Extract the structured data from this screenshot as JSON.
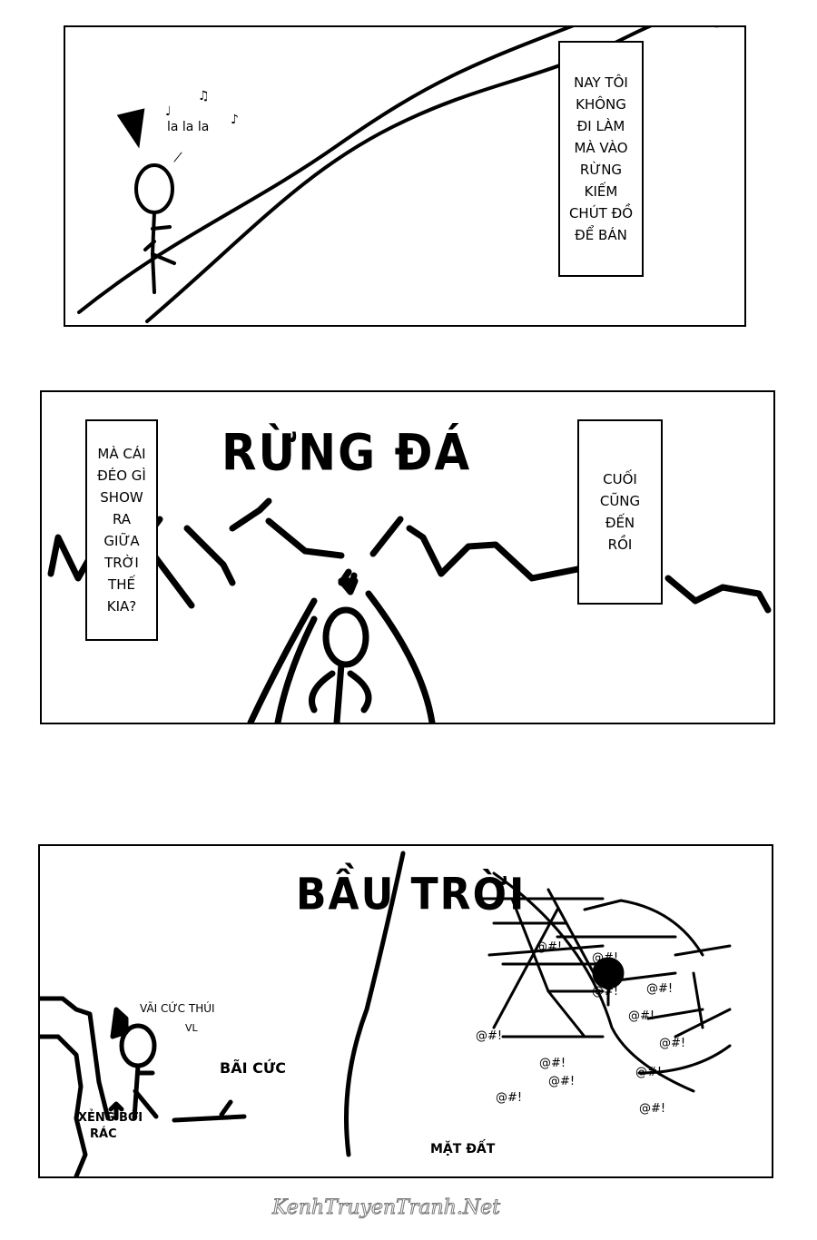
{
  "panel1": {
    "song": "la la la",
    "narration": [
      "NAY TÔI",
      "KHÔNG",
      "ĐI LÀM",
      "MÀ VÀO",
      "RỪNG",
      "KIẾM",
      "CHÚT ĐỒ",
      "ĐỂ BÁN"
    ]
  },
  "panel2": {
    "title": "RỪNG ĐÁ",
    "left_box": [
      "MÀ CÁI",
      "ĐÉO GÌ",
      "SHOW",
      "RA",
      "GIỮA",
      "TRỜI",
      "THẾ",
      "KIA?"
    ],
    "right_box": [
      "CUỐI",
      "CŨNG",
      "ĐẾN",
      "RỒI"
    ]
  },
  "panel3": {
    "title": "BẦU TRỜI",
    "thought_line1": "VÃI CỨC THÚI",
    "thought_line2": "VL",
    "label_poop": "BÃI CỨC",
    "label_shovel_1": "XẺNG BỚI",
    "label_shovel_2": "RÁC",
    "label_ground": "MẶT ĐẤT",
    "curse": "@#!"
  },
  "watermark": "KenhTruyenTranh.Net"
}
